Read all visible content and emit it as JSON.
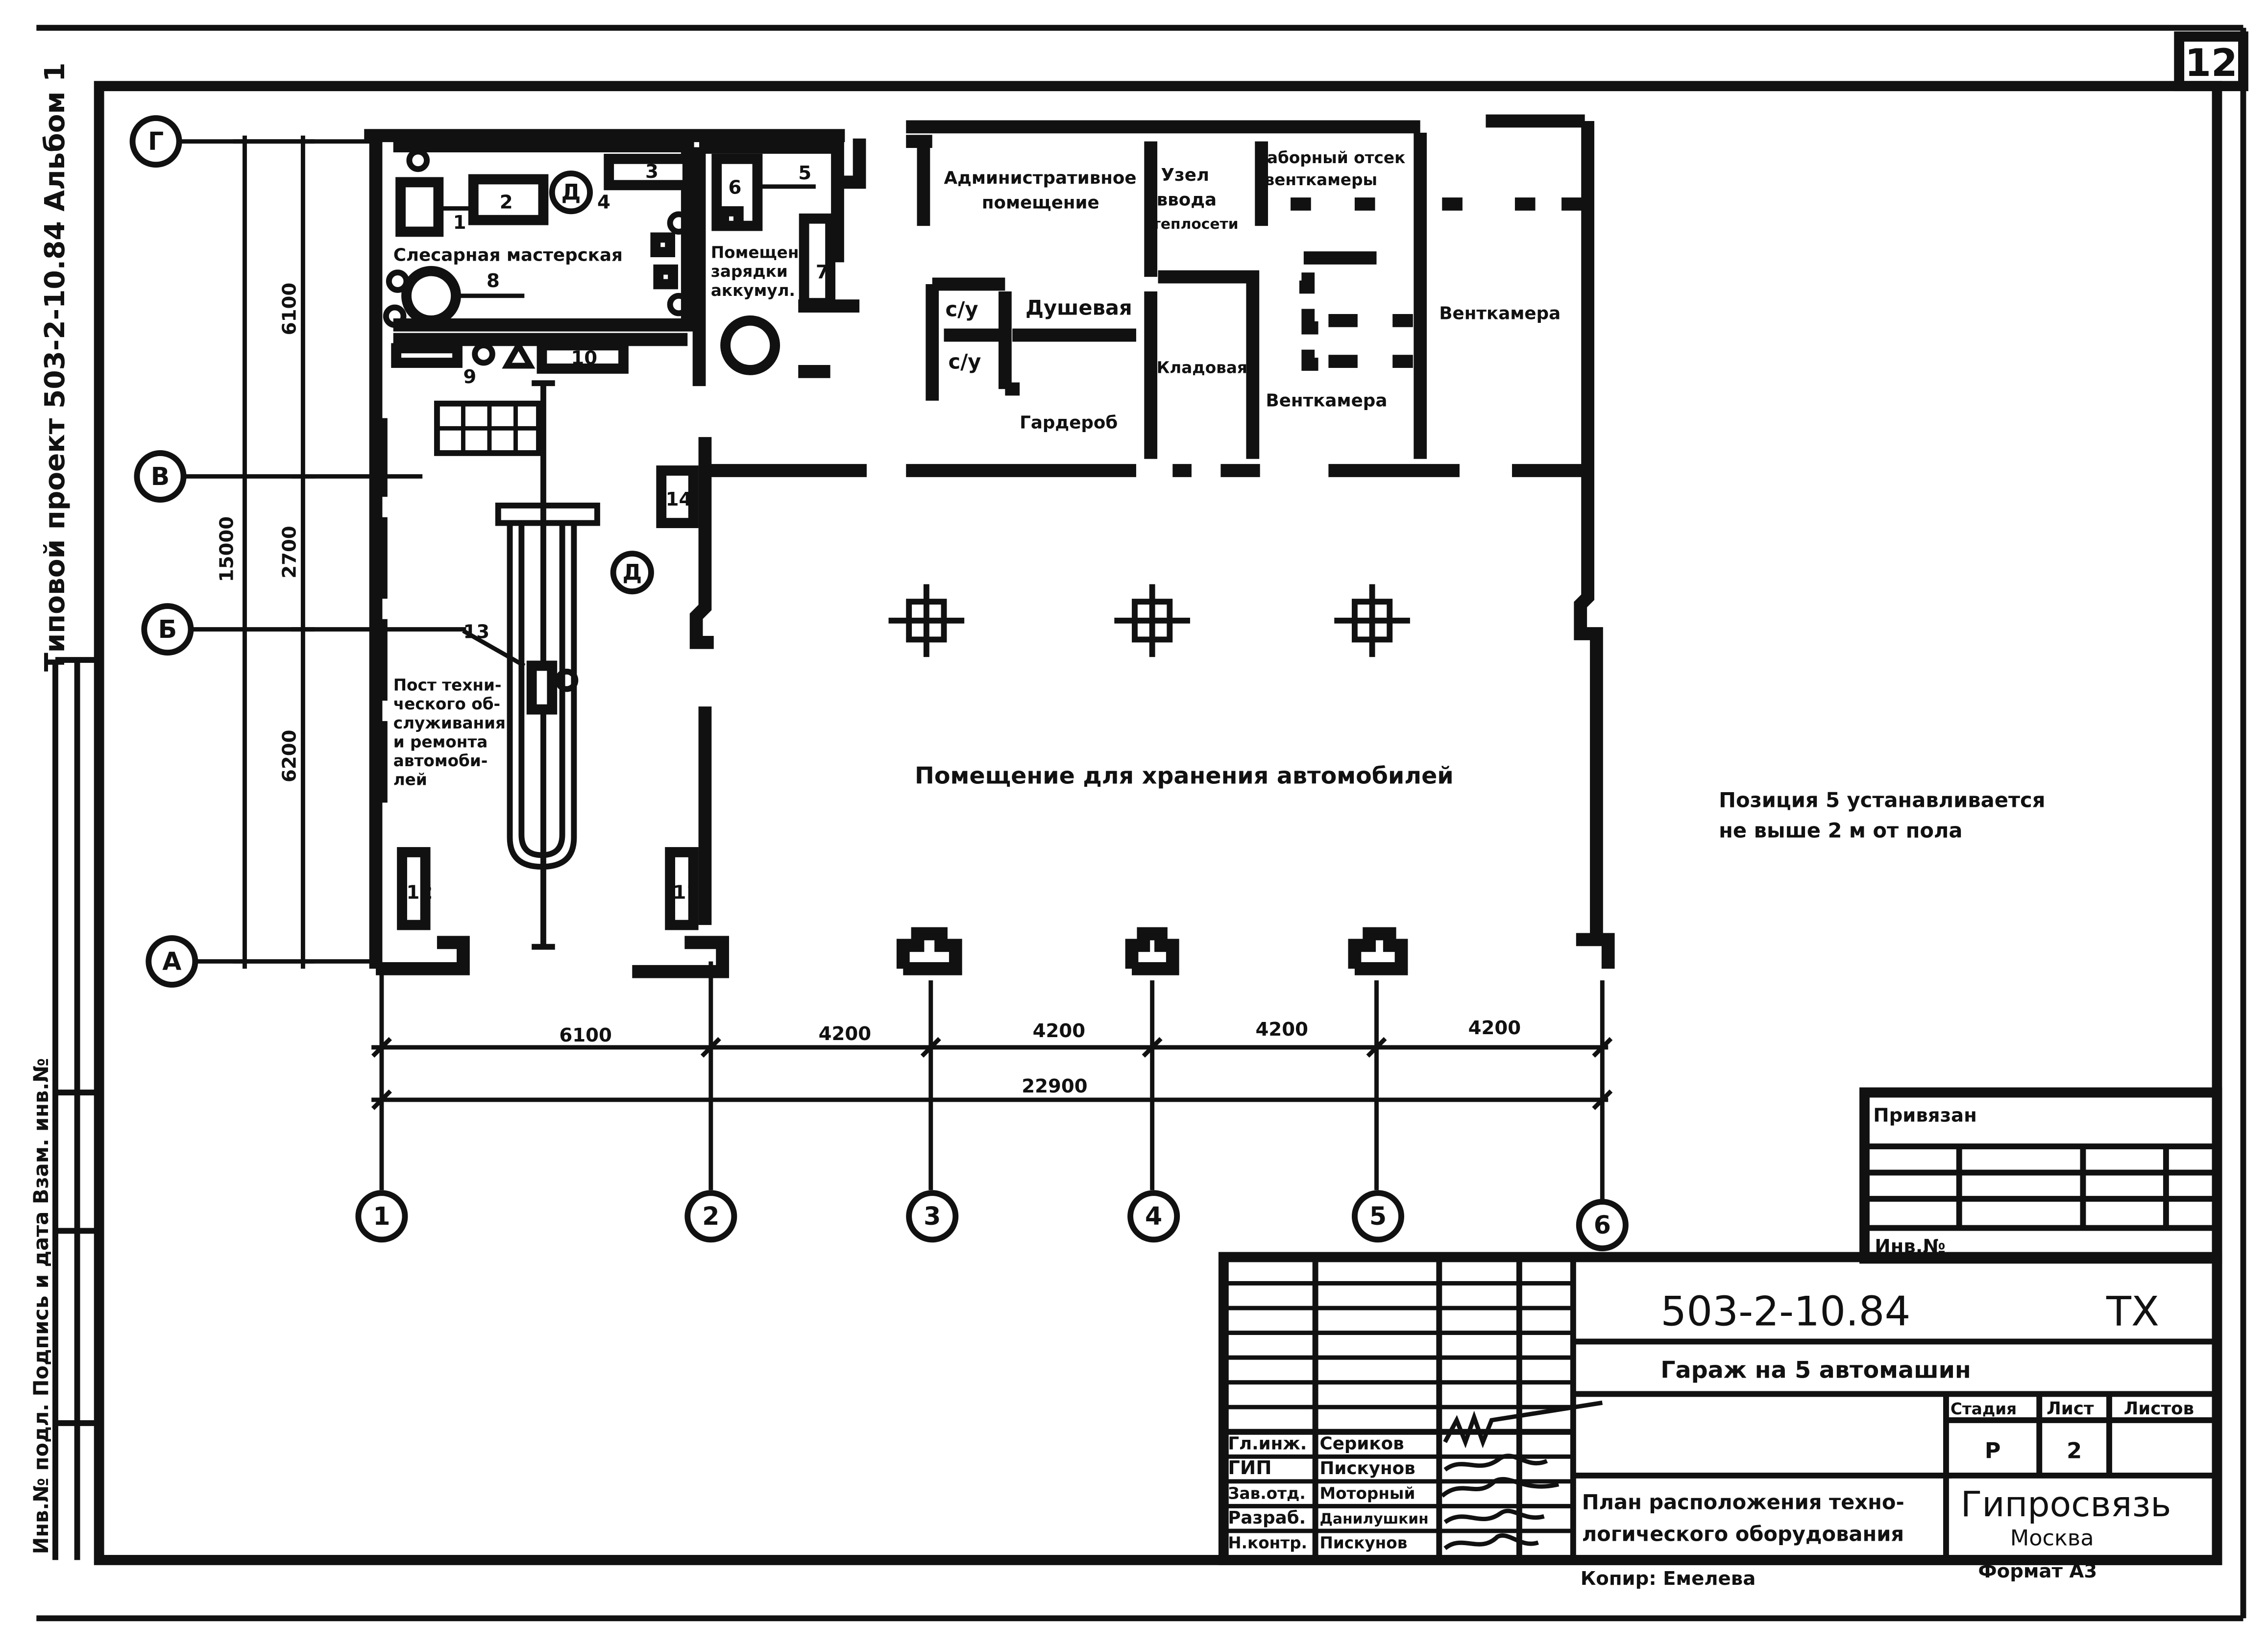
{
  "sheet_number": "12",
  "side_stamp": {
    "project": "Типовой проект 503-2-10.84 Альбом 1",
    "inventory": "Инв.№ подл. Подпись и дата Взам. инв.№"
  },
  "axes": {
    "rows": [
      "Г",
      "В",
      "Б",
      "А"
    ],
    "columns": [
      "1",
      "2",
      "3",
      "4",
      "5",
      "6"
    ]
  },
  "dimensions": {
    "vertical_total": "15000",
    "vertical_segments": [
      "6100",
      "2700",
      "6200"
    ],
    "horizontal_segments": [
      "6100",
      "4200",
      "4200",
      "4200",
      "4200"
    ],
    "horizontal_total": "22900"
  },
  "rooms": {
    "workshop": "Слесарная мастерская",
    "battery_1": "Помещен.",
    "battery_2": "зарядки",
    "battery_3": "аккумул.",
    "admin_1": "Административное",
    "admin_2": "помещение",
    "heat_1": "Узел",
    "heat_2": "ввода",
    "heat_3": "теплосети",
    "intake_1": "Заборный отсек",
    "intake_2": "венткамеры",
    "wc_1": "с/у",
    "wc_2": "с/у",
    "shower": "Душевая",
    "storeroom": "Кладовая",
    "wardrobe": "Гардероб",
    "vent_1": "Венткамера",
    "vent_2": "Венткамера",
    "service_1": "Пост техни-",
    "service_2": "ческого об-",
    "service_3": "служивания",
    "service_4": "и ремонта",
    "service_5": "автомоби-",
    "service_6": "лей",
    "storage": "Помещение для хранения автомобилей"
  },
  "equipment_marks": [
    "1",
    "2",
    "3",
    "4",
    "5",
    "6",
    "7",
    "8",
    "9",
    "10",
    "12",
    "13",
    "14",
    "11"
  ],
  "detail_marks": [
    "Д",
    "Д"
  ],
  "note": {
    "line1": "Позиция 5 устанавливается",
    "line2": "не выше 2 м от пола"
  },
  "title_block": {
    "bound_label": "Привязан",
    "inv_label": "Инв.№",
    "code": "503-2-10.84",
    "suffix": "ТХ",
    "object_name": "Гараж на 5 автомашин",
    "sheet_title_1": "План расположения техно-",
    "sheet_title_2": "логического оборудования",
    "stage_header": "Стадия",
    "sheet_header": "Лист",
    "sheets_header": "Листов",
    "stage": "Р",
    "sheet": "2",
    "org_name": "Гипросвязь",
    "org_city": "Москва",
    "roles": [
      "Гл.инж.",
      "ГИП",
      "Зав.отд.",
      "Разраб.",
      "Н.контр."
    ],
    "names": [
      "Сериков",
      "Пискунов",
      "Моторный",
      "Данилушкин",
      "Пискунов"
    ],
    "copied_by": "Копир: Емелева",
    "format": "Формат А3"
  }
}
